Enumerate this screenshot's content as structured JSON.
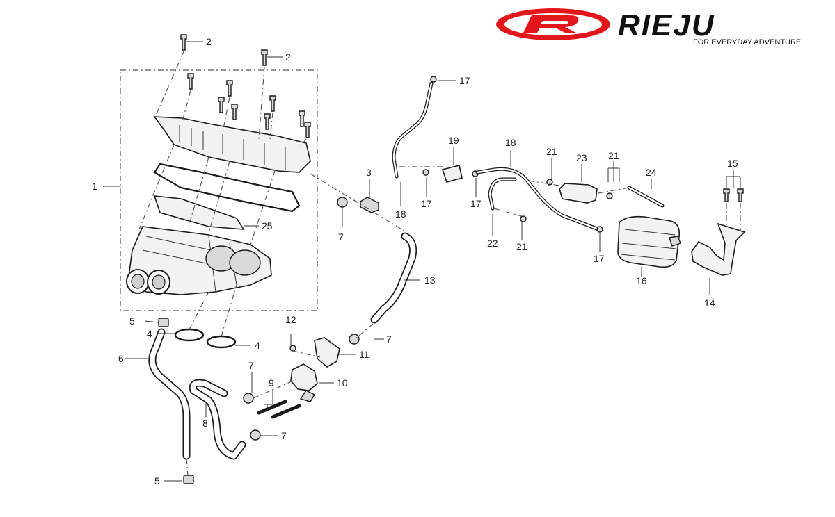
{
  "brand": {
    "name": "RIEJU",
    "tagline": "FOR EVERYDAY ADVENTURE",
    "accent_color": "#e3161b"
  },
  "callouts": {
    "c1": "1",
    "c2a": "2",
    "c2b": "2",
    "c3": "3",
    "c4a": "4",
    "c4b": "4",
    "c5a": "5",
    "c5b": "5",
    "c6": "6",
    "c7a": "7",
    "c7b": "7",
    "c7c": "7",
    "c7d": "7",
    "c8": "8",
    "c9": "9",
    "c10": "10",
    "c11": "11",
    "c12": "12",
    "c13": "13",
    "c14": "14",
    "c15": "15",
    "c16": "16",
    "c17a": "17",
    "c17b": "17",
    "c17c": "17",
    "c17d": "17",
    "c18a": "18",
    "c18b": "18",
    "c19": "19",
    "c21a": "21",
    "c21b": "21",
    "c21c": "21",
    "c22": "22",
    "c23": "23",
    "c24": "24",
    "c25": "25"
  }
}
